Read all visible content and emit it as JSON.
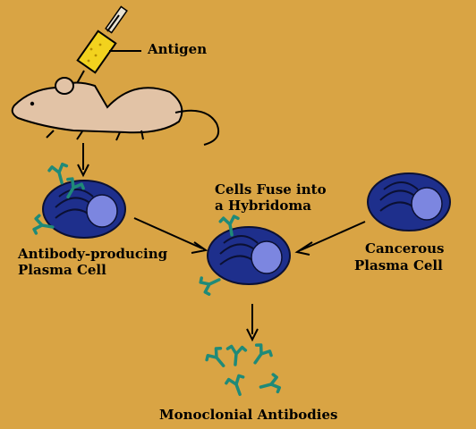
{
  "labels": {
    "antigen": "Antigen",
    "plasma_line1": "Antibody-producing",
    "plasma_line2": "Plasma Cell",
    "fuse_line1": "Cells Fuse into",
    "fuse_line2": "a Hybridoma",
    "cancer_line1": "Cancerous",
    "cancer_line2": "Plasma Cell",
    "antibodies": "Monoclonial Antibodies"
  },
  "colors": {
    "background": "#D9A444",
    "cell_body": "#1E2F8C",
    "nucleus": "#7C86E0",
    "antibody": "#1F8A78",
    "mouse": "#E2C3A6",
    "syringe_fluid": "#F2D21E"
  }
}
